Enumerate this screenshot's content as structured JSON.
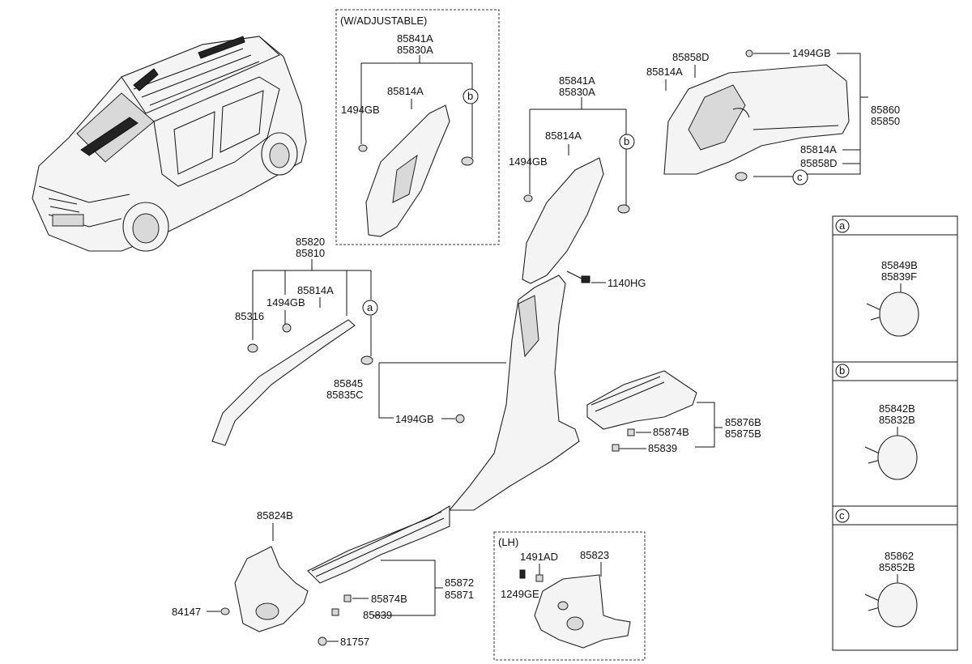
{
  "labels": {
    "adjustable_box": "(W/ADJUSTABLE)",
    "lh_box": "(LH)",
    "p85841A_a": "85841A",
    "p85830A_a": "85830A",
    "p85814A_a": "85814A",
    "p1494GB_a": "1494GB",
    "p85841A_b": "85841A",
    "p85830A_b": "85830A",
    "p85814A_b": "85814A",
    "p1494GB_b": "1494GB",
    "p85858D_top": "85858D",
    "p85814A_c": "85814A",
    "p1494GB_c": "1494GB",
    "p85860": "85860",
    "p85850": "85850",
    "p85814A_d": "85814A",
    "p85858D_bot": "85858D",
    "p85820": "85820",
    "p85810": "85810",
    "p85814A_e": "85814A",
    "p1494GB_e": "1494GB",
    "p85316": "85316",
    "p1140HG": "1140HG",
    "p85845": "85845",
    "p85835C": "85835C",
    "p1494GB_f": "1494GB",
    "p85876B": "85876B",
    "p85875B": "85875B",
    "p85874B_a": "85874B",
    "p85839_a": "85839",
    "p85824B": "85824B",
    "p84147": "84147",
    "p81757": "81757",
    "p85872": "85872",
    "p85871": "85871",
    "p85874B_b": "85874B",
    "p85839_b": "85839",
    "p1491AD": "1491AD",
    "p1249GE": "1249GE",
    "p85823": "85823",
    "callout_a": "a",
    "callout_b": "b",
    "callout_c": "c",
    "panel_a_label1": "85849B",
    "panel_a_label2": "85839F",
    "panel_b_label1": "85842B",
    "panel_b_label2": "85832B",
    "panel_c_label1": "85862",
    "panel_c_label2": "85852B"
  }
}
